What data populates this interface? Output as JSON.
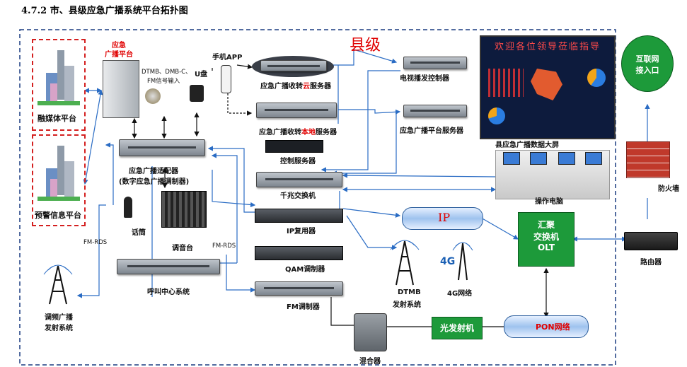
{
  "heading": "4.7.2 市、县级应急广播系统平台拓扑图",
  "county_label": "县级",
  "nodes": {
    "media_platform": "融媒体平台",
    "warning_platform": "预警信息平台",
    "emergency_platform_top": "应急",
    "emergency_platform_bottom": "广播平台",
    "dtmb_input": "DTMB、DMB-C、",
    "fm_input": "FM信号输入",
    "udisk": "U盘",
    "mobile_app": "手机APP",
    "cloud_server_pre": "应急广播收转",
    "cloud_server_mark": "云",
    "cloud_server_post": "服务器",
    "local_server_pre": "应急广播收转",
    "local_server_mark": "本地",
    "local_server_post": "服务器",
    "tv_server": "电视播发控制器",
    "platform_server": "应急广播平台服务器",
    "big_screen": "县应急广播数据大屏",
    "screen_title": "欢迎各位领导莅临指导",
    "adapter": "应急广播适配器",
    "adapter_sub": "(数字应急广播调制器)",
    "control_server": "控制服务器",
    "gigabit_switch": "千兆交换机",
    "operator_pc": "操作电脑",
    "microphone": "话筒",
    "mixer": "调音台",
    "ip_multiplexer": "IP复用器",
    "ip_cloud": "IP",
    "aggregation_switch_1": "汇聚",
    "aggregation_switch_2": "交换机",
    "aggregation_switch_3": "OLT",
    "router": "路由器",
    "firewall": "防火墙",
    "internet_1": "互联网",
    "internet_2": "接入口",
    "qam_modulator": "QAM调制器",
    "call_center": "呼叫中心系统",
    "fm_modulator": "FM调制器",
    "fm_rds_1": "FM-RDS",
    "fm_rds_2": "FM-RDS",
    "fm_broadcast_1": "调频广播",
    "fm_broadcast_2": "发射系统",
    "dtmb_tx_1": "DTMB",
    "dtmb_tx_2": "发射系统",
    "network_4g": "4G网络",
    "network_4g_mark": "4G",
    "combiner": "混合器",
    "optical_tx": "光发射机",
    "pon_network": "PON网络"
  },
  "colors": {
    "line": "#2a6cc4",
    "arrow_black": "#111",
    "green": "#1d9a3a",
    "red": "#e00000"
  }
}
